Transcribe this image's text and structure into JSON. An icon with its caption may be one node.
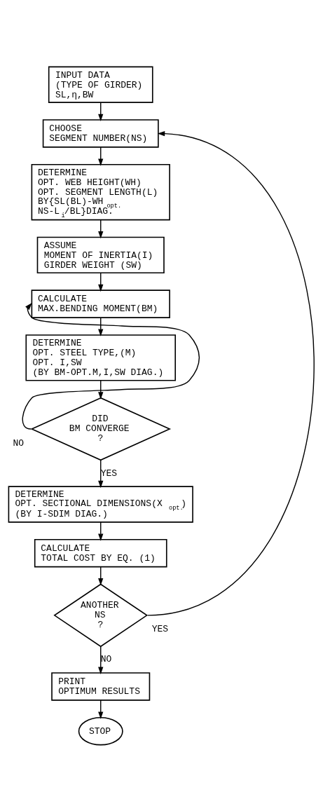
{
  "diagram": {
    "nodes": [
      {
        "text": [
          "INPUT DATA",
          "(TYPE OF GIRDER)",
          "SL,η,BW"
        ]
      },
      {
        "text": [
          "CHOOSE",
          "SEGMENT NUMBER(NS)"
        ]
      },
      {
        "text": [
          "DETERMINE",
          "OPT. WEB HEIGHT(WH)",
          "OPT. SEGMENT LENGTH(L)",
          "BY{SL(BL)-WH$_{opt.}$",
          "NS-L$_{i}$/BL}DIAG."
        ]
      },
      {
        "text": [
          "ASSUME",
          "MOMENT OF INERTIA(I)",
          "GIRDER WEIGHT (SW)"
        ]
      },
      {
        "text": [
          "CALCULATE",
          "MAX.BENDING MOMENT(BM)"
        ]
      },
      {
        "text": [
          "DETERMINE",
          "OPT. STEEL TYPE,(M)",
          "OPT. I,SW",
          "(BY BM-OPT.M,I,SW DIAG.)"
        ]
      },
      {
        "text": [
          "DID",
          "BM CONVERGE",
          "?"
        ]
      },
      {
        "text": [
          "DETERMINE",
          "OPT. SECTIONAL DIMENSIONS(X$_{opt.}$)",
          "(BY I-SDIM DIAG.)"
        ]
      },
      {
        "text": [
          "CALCULATE",
          "TOTAL COST BY EQ. (1)"
        ]
      },
      {
        "text": [
          "ANOTHER",
          "NS",
          "?"
        ]
      },
      {
        "text": [
          "PRINT",
          "OPTIMUM RESULTS"
        ]
      },
      {
        "text": [
          "STOP"
        ]
      }
    ],
    "edges": [
      {
        "from": 0,
        "to": 1,
        "arrow": "to"
      },
      {
        "from": 1,
        "to": 2,
        "arrow": "to"
      },
      {
        "from": 2,
        "to": 3,
        "arrow": "to"
      },
      {
        "from": 3,
        "to": 4,
        "arrow": "to"
      },
      {
        "from": 4,
        "to": 5,
        "arrow": "to"
      },
      {
        "from": 5,
        "to": 6,
        "arrow": "to"
      },
      {
        "from": 6,
        "to": 4,
        "arrow": "to",
        "label": "NO"
      },
      {
        "from": 6,
        "to": 7,
        "arrow": "to",
        "label": "YES"
      },
      {
        "from": 7,
        "to": 8,
        "arrow": "to"
      },
      {
        "from": 8,
        "to": 9,
        "arrow": "to"
      },
      {
        "from": 9,
        "to": 1,
        "arrow": "to",
        "label": "YES"
      },
      {
        "from": 9,
        "to": 10,
        "arrow": "to",
        "label": "NO"
      },
      {
        "from": 10,
        "to": 11,
        "arrow": "to"
      }
    ]
  }
}
